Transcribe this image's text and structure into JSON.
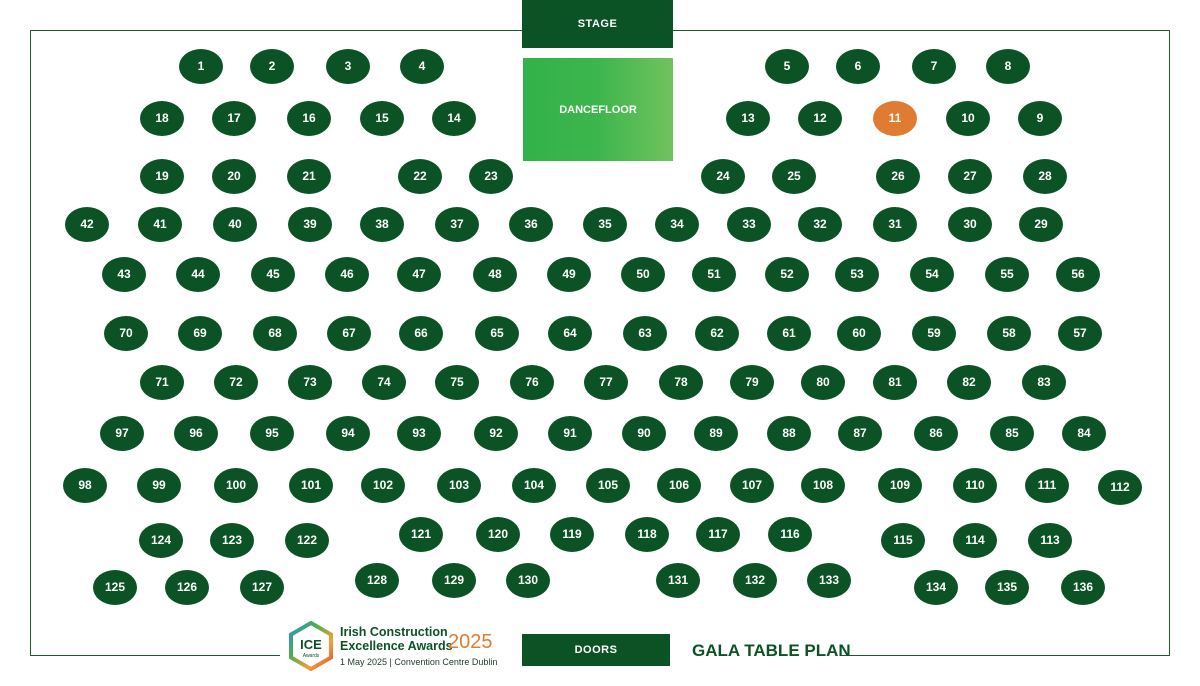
{
  "stage_label": "STAGE",
  "dancefloor_label": "DANCEFLOOR",
  "doors_label": "DOORS",
  "plan_title": "GALA TABLE PLAN",
  "logo": {
    "mark_text": "ICE",
    "mark_sub": "Awards",
    "line1": "Irish Construction",
    "line2": "Excellence Awards",
    "year": "2025",
    "line3": "1 May 2025 | Convention Centre Dublin"
  },
  "colors": {
    "table": "#0b5325",
    "highlight": "#e07c32",
    "dancefloor": "#3cb64c"
  },
  "highlighted_table": "11",
  "table_labels": [
    "1",
    "2",
    "3",
    "4",
    "5",
    "6",
    "7",
    "8",
    "9",
    "10",
    "11",
    "12",
    "13",
    "14",
    "15",
    "16",
    "17",
    "18",
    "19",
    "20",
    "21",
    "22",
    "23",
    "24",
    "25",
    "26",
    "27",
    "28",
    "29",
    "30",
    "31",
    "32",
    "33",
    "34",
    "35",
    "36",
    "37",
    "38",
    "39",
    "40",
    "41",
    "42",
    "43",
    "44",
    "45",
    "46",
    "47",
    "48",
    "49",
    "50",
    "51",
    "52",
    "53",
    "54",
    "55",
    "56",
    "57",
    "58",
    "59",
    "60",
    "61",
    "62",
    "63",
    "64",
    "65",
    "66",
    "67",
    "68",
    "69",
    "70",
    "71",
    "72",
    "73",
    "74",
    "75",
    "76",
    "77",
    "78",
    "79",
    "80",
    "81",
    "82",
    "83",
    "84",
    "85",
    "86",
    "87",
    "88",
    "89",
    "90",
    "91",
    "92",
    "93",
    "94",
    "95",
    "96",
    "97",
    "98",
    "99",
    "100",
    "101",
    "102",
    "103",
    "104",
    "105",
    "106",
    "107",
    "108",
    "109",
    "110",
    "111",
    "112",
    "113",
    "114",
    "115",
    "116",
    "117",
    "118",
    "119",
    "120",
    "121",
    "122",
    "123",
    "124",
    "125",
    "126",
    "127",
    "128",
    "129",
    "130",
    "131",
    "132",
    "133",
    "134",
    "135",
    "136"
  ]
}
